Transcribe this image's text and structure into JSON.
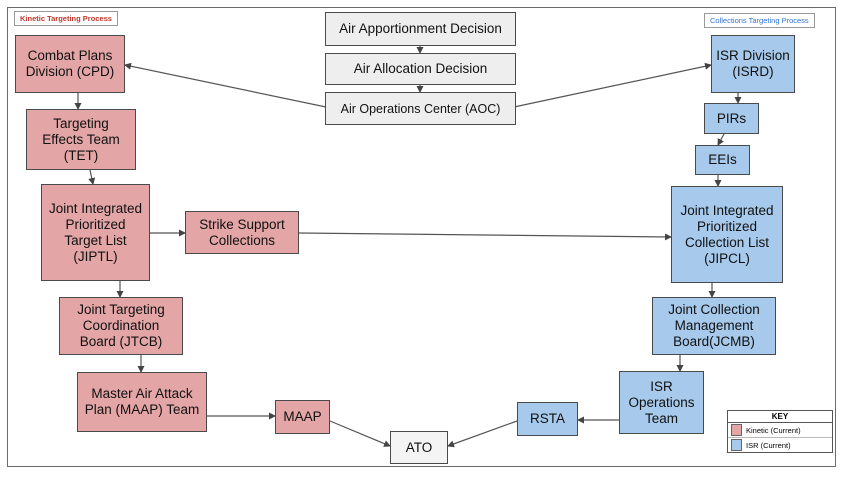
{
  "headers": {
    "kinetic": "Kinetic Targeting Process",
    "collections": "Collections Targeting Process"
  },
  "center": {
    "apportionment": "Air Apportionment Decision",
    "allocation": "Air Allocation Decision",
    "aoc": "Air Operations Center (AOC)"
  },
  "kinetic": {
    "cpd": "Combat Plans Division (CPD)",
    "tet": "Targeting Effects Team (TET)",
    "jiptl": "Joint Integrated Prioritized Target List (JIPTL)",
    "strike": "Strike Support Collections",
    "jtcb": "Joint Targeting Coordination Board (JTCB)",
    "maap_team": "Master Air Attack Plan (MAAP) Team",
    "maap": "MAAP"
  },
  "isr": {
    "isrd": "ISR Division (ISRD)",
    "pirs": "PIRs",
    "eeis": "EEIs",
    "jipcl": "Joint Integrated Prioritized Collection List (JIPCL)",
    "jcmb": "Joint Collection Management Board(JCMB)",
    "ops": "ISR Operations Team",
    "rsta": "RSTA"
  },
  "ato": "ATO",
  "key": {
    "title": "KEY",
    "kinetic": "Kinetic (Current)",
    "isr": "ISR (Current)"
  },
  "colors": {
    "kinetic": "#e3a5a5",
    "isr": "#a6c9ec",
    "neutral": "#eeeeee",
    "kinetic_header_text": "#c0392b",
    "collections_header_text": "#2e75d6"
  }
}
